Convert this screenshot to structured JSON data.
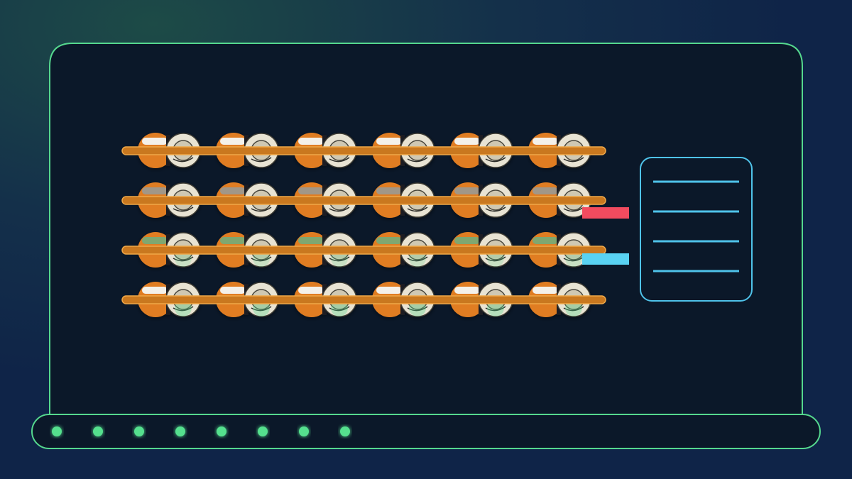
{
  "colors": {
    "bg_top_left": "#1c4a47",
    "bg_main": "#13294a",
    "bg_bottom": "#0f2448",
    "frame_fill": "#0b1829",
    "frame_stroke": "#55d88e",
    "rail_blue": "#4fc3ea",
    "rail_green": "#55d88e",
    "cell_body": "#e07d23",
    "cell_top": "#f4f1ea",
    "cell_cap": "#e8e3d3",
    "cell_cap_inner": "#cfc8b3",
    "busbar": "#c9781f",
    "busbar_edge": "#f0a848",
    "marker_red": "#f24b5f",
    "marker_blue": "#59d2f2",
    "panel_stroke": "#4fc3ea",
    "dot_green": "#55e08e"
  },
  "battery_pack": {
    "rows": 4,
    "cells_per_row": 6,
    "row_states": [
      "bright",
      "dim",
      "shaded",
      "bright"
    ],
    "busbars": 4
  },
  "markers": [
    {
      "name": "red-marker",
      "color_key": "marker_red",
      "row": 1
    },
    {
      "name": "blue-marker",
      "color_key": "marker_blue",
      "row": 2
    }
  ],
  "side_panel": {
    "lines": 4
  },
  "status_strip": {
    "dots": 8
  }
}
